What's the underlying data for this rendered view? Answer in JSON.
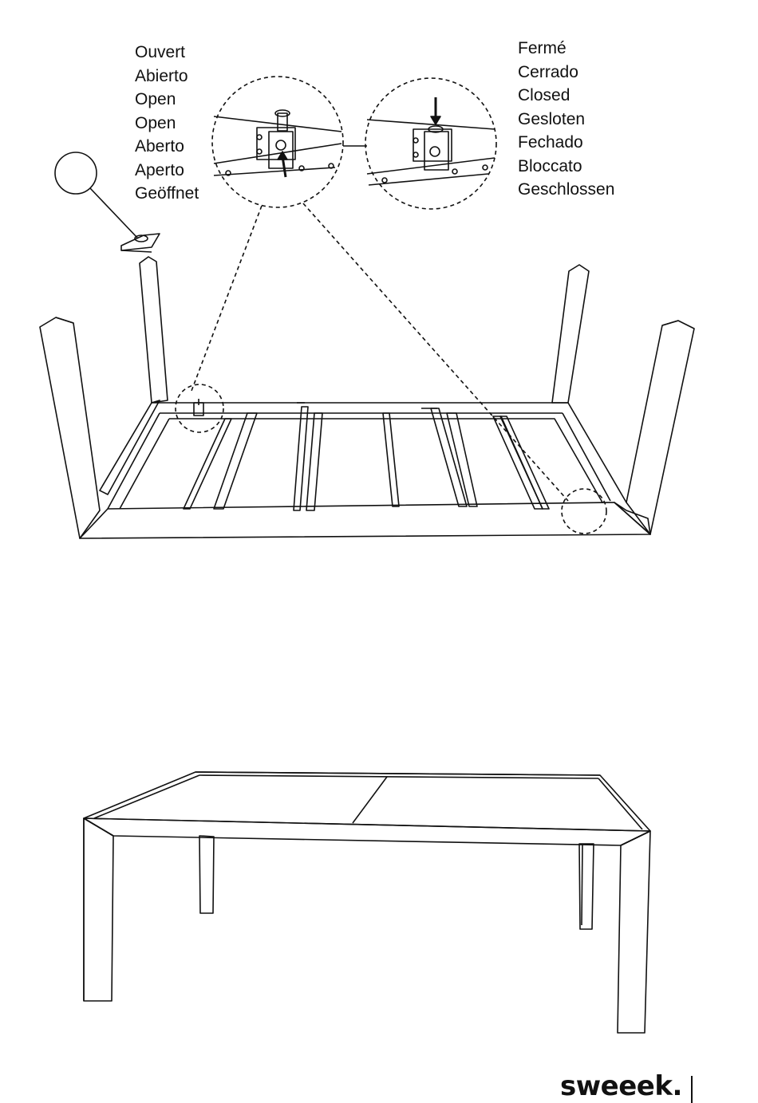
{
  "open_labels": [
    "Ouvert",
    "Abierto",
    "Open",
    "Open",
    "Aberto",
    "Aperto",
    "Geöffnet"
  ],
  "closed_labels": [
    "Fermé",
    "Cerrado",
    "Closed",
    "Gesloten",
    "Fechado",
    "Bloccato",
    "Geschlossen"
  ],
  "brand": "sweeek.",
  "colors": {
    "line": "#111111",
    "background": "#ffffff"
  }
}
